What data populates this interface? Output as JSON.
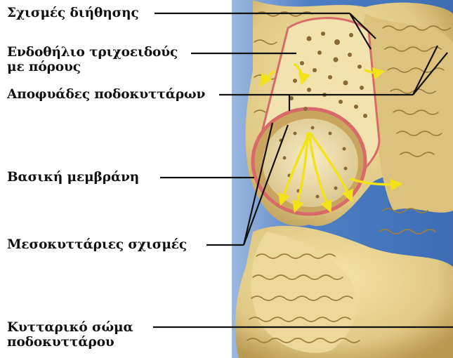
{
  "labels": {
    "filtration_slits": "Σχισμές διήθησης",
    "capillary_endothelium_line1": "Ενδοθήλιο τριχοειδούς",
    "capillary_endothelium_line2": "με πόρους",
    "podocyte_processes": "Αποφυάδες ποδοκυττάρων",
    "basement_membrane": "Βασική μεμβράνη",
    "intercellular_slits": "Μεσοκυττάριες σχισμές",
    "podocyte_cell_body_line1": "Κυτταρικό σώμα",
    "podocyte_cell_body_line2": "ποδοκυττάρου"
  },
  "colors": {
    "background_blue": "#4d7fc4",
    "podocyte_tan": "#e3cf8e",
    "podocyte_shadow": "#b89a52",
    "capillary_wall": "#f3e6b8",
    "pores": "#8a6a34",
    "membrane_pink": "#d96a6a",
    "flow_arrows": "#f2e21a"
  }
}
